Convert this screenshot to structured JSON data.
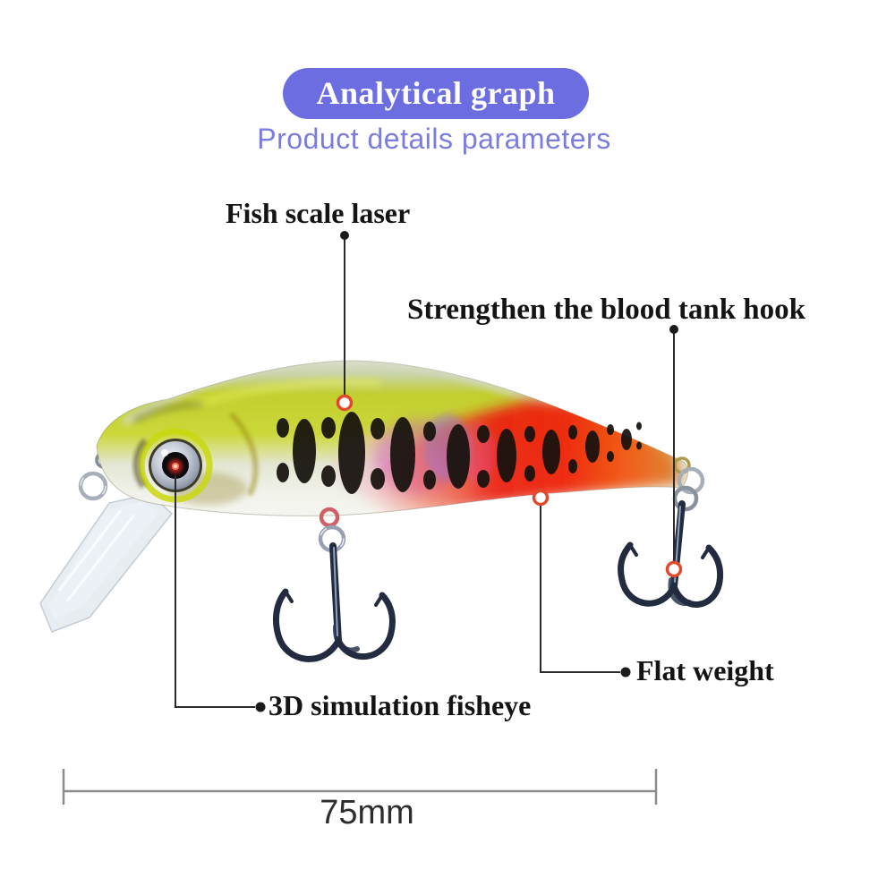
{
  "header": {
    "badge_label": "Analytical graph",
    "subtitle": "Product details parameters"
  },
  "callouts": {
    "fish_scale_laser": "Fish scale laser",
    "blood_tank_hook": "Strengthen the blood tank hook",
    "flat_weight": "Flat weight",
    "fisheye": "3D simulation fisheye"
  },
  "dimension": {
    "length": "75mm"
  },
  "colors": {
    "badge_bg": "#6b6de0",
    "subtitle": "#7a7ce0",
    "label_text": "#141414",
    "callout_ring": "#e2492a",
    "dimension_line": "#8c8c8c",
    "lure_chartreuse": "#c6d21f",
    "lure_red": "#e8250f",
    "lure_belly": "#f4f4ee"
  }
}
